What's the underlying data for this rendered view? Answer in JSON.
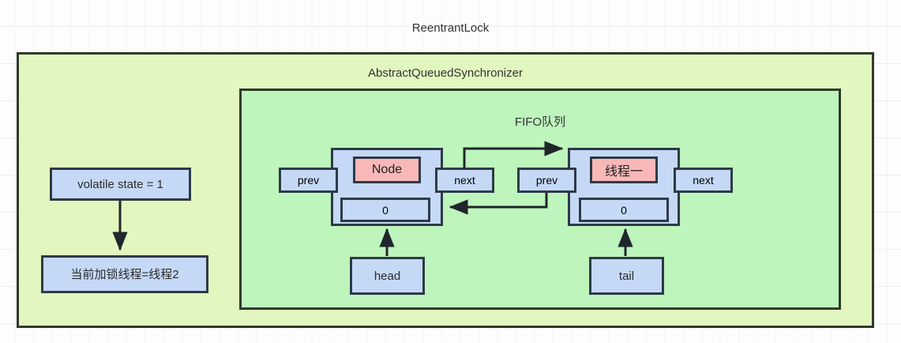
{
  "diagram": {
    "title": "ReentrantLock",
    "outer_container_label": "AbstractQueuedSynchronizer",
    "queue_label": "FIFO队列",
    "state_box": "volatile state = 1",
    "owner_box": "当前加锁线程=线程2",
    "head_pointer": "head",
    "tail_pointer": "tail",
    "nodes": [
      {
        "prev_label": "prev",
        "next_label": "next",
        "title": "Node",
        "waitstatus": "0"
      },
      {
        "prev_label": "prev",
        "next_label": "next",
        "title": "线程一",
        "waitstatus": "0"
      }
    ],
    "colors": {
      "outer_fill": "#e2f7bf",
      "inner_fill": "#bdf5bd",
      "node_fill": "#c5d9f7",
      "highlight_fill": "#f9b8b8",
      "stroke": "#2e3a46",
      "grid": "#ededf0"
    }
  }
}
